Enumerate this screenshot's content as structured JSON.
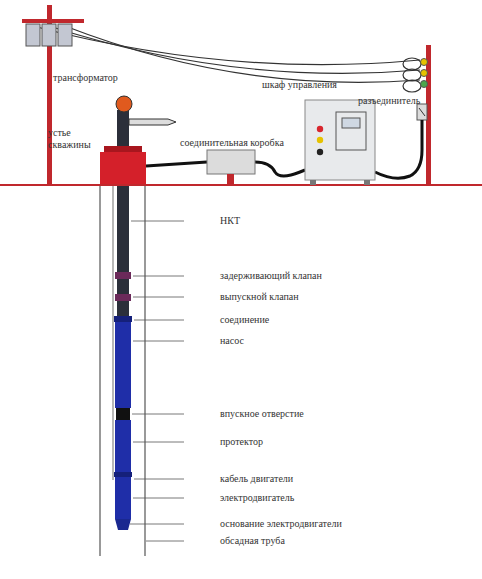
{
  "diagram": {
    "labels": [
      "трансформатор",
      "устье скважины",
      "соединительная коробка",
      "шкаф управления",
      "разъединитель",
      "НКТ",
      "задерживающий клапан",
      "выпускной клапан",
      "соединение",
      "насос",
      "впускное отверстие",
      "протектор",
      "кабель двигатели",
      "электродвигатель",
      "основание электродвигатели",
      "обсадная труба"
    ]
  }
}
